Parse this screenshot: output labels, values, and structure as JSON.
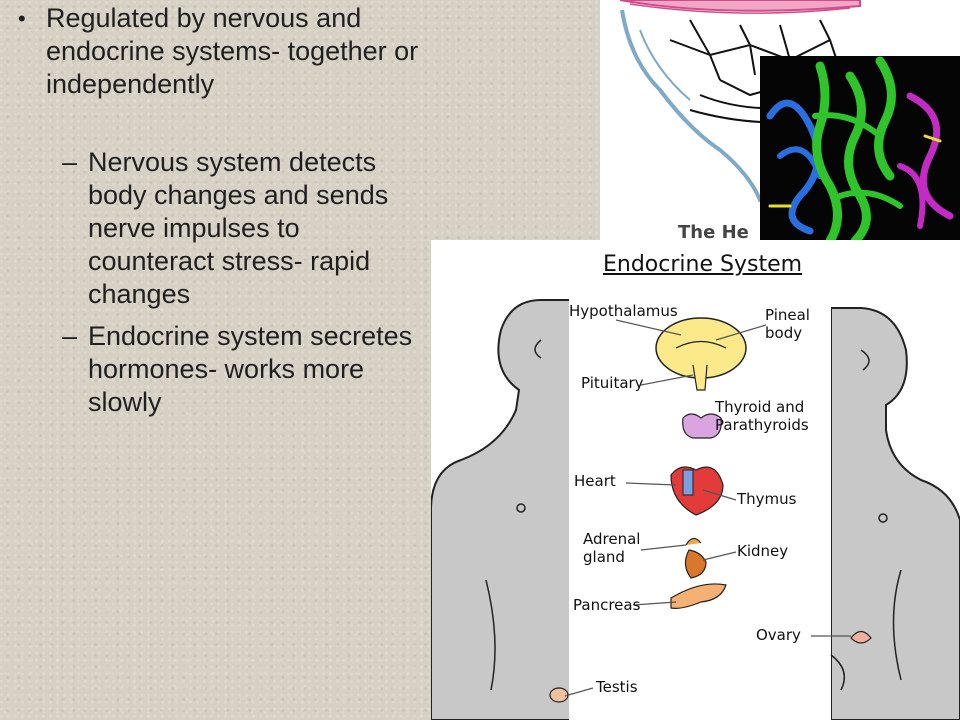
{
  "bullets": {
    "main": "Regulated by nervous and endocrine systems- together or independently",
    "sub1": "Nervous system detects body changes and sends nerve impulses to counteract stress- rapid changes",
    "sub2": "Endocrine system secretes hormones- works more slowly",
    "main_marker": "•",
    "sub_marker": "–"
  },
  "brain_image": {
    "caption_fragment": "The He"
  },
  "endocrine_image": {
    "title": "Endocrine System",
    "labels": {
      "hypothalamus": "Hypothalamus",
      "pineal": "Pineal body",
      "pituitary": "Pituitary",
      "thyroid": "Thyroid and Parathyroids",
      "heart": "Heart",
      "thymus": "Thymus",
      "adrenal": "Adrenal gland",
      "kidney": "Kidney",
      "pancreas": "Pancreas",
      "ovary": "Ovary",
      "testis": "Testis"
    }
  },
  "colors": {
    "background": "#d7d0c4",
    "text": "#1f1f1f",
    "protein_green": "#2fc52a",
    "protein_blue": "#2a6fe0",
    "protein_magenta": "#c42bc4"
  }
}
